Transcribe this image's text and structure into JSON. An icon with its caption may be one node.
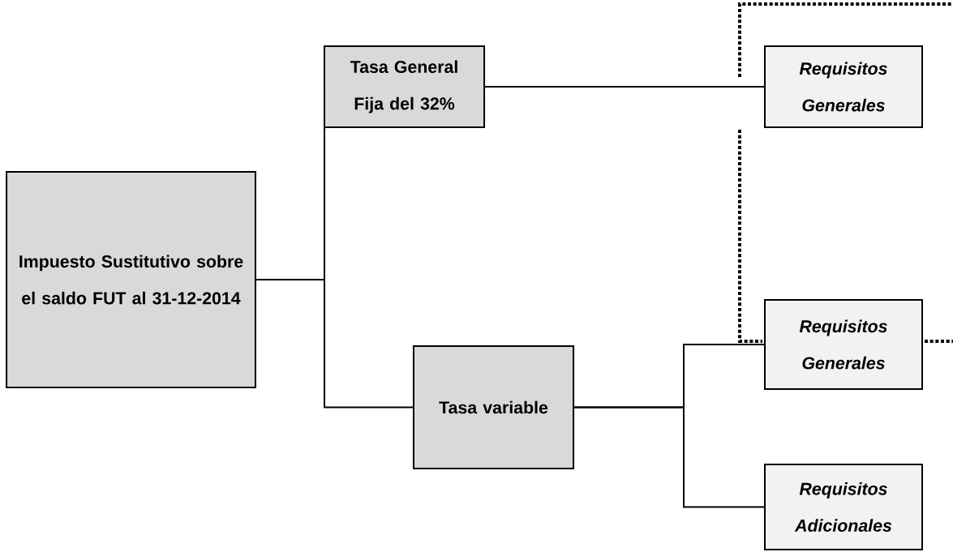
{
  "diagram": {
    "nodes": [
      {
        "text": [
          "Impuesto Sustitutivo sobre el saldo FUT al 31-12-2014"
        ]
      },
      {
        "text": [
          "Tasa General Fija del 32%"
        ]
      },
      {
        "text": [
          "Tasa variable"
        ]
      },
      {
        "text": [
          "Requisitos Generales"
        ]
      },
      {
        "text": [
          "Requisitos Generales"
        ]
      },
      {
        "text": [
          "Requisitos Adicionales"
        ]
      }
    ],
    "edges": [
      {
        "from": 0,
        "to": 1,
        "arrow": "none"
      },
      {
        "from": 0,
        "to": 2,
        "arrow": "none"
      },
      {
        "from": 1,
        "to": 3,
        "arrow": "none"
      },
      {
        "from": 2,
        "to": 4,
        "arrow": "none"
      },
      {
        "from": 2,
        "to": 5,
        "arrow": "none"
      }
    ]
  }
}
